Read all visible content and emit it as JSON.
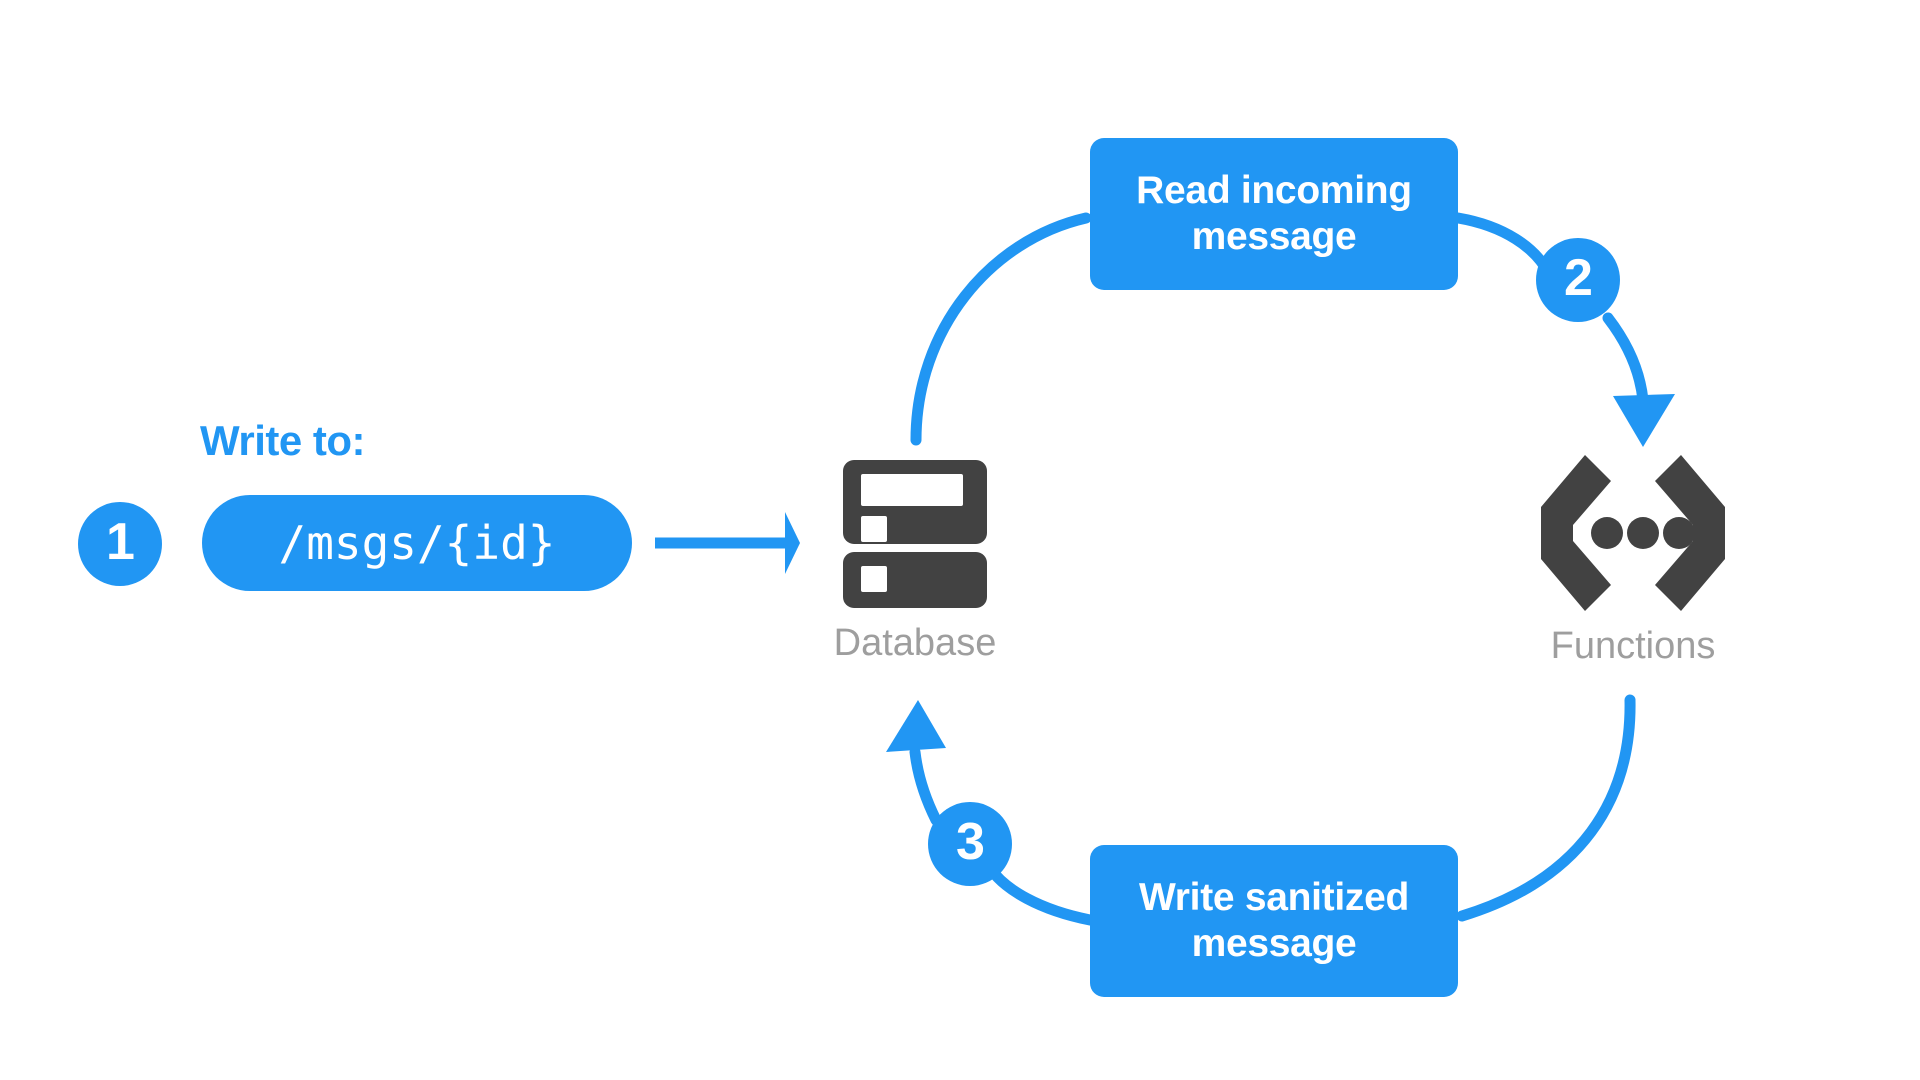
{
  "diagram": {
    "title": "Firebase Database and Functions message sanitization flow",
    "background": "#ffffff",
    "accent_color": "#2196f3",
    "icon_color": "#424242",
    "label_color": "#9e9e9e"
  },
  "caption": {
    "write_to": "Write to:"
  },
  "steps": [
    {
      "number": "1"
    },
    {
      "number": "2"
    },
    {
      "number": "3"
    }
  ],
  "pill": {
    "path": "/msgs/{id}"
  },
  "boxes": [
    {
      "line1": "Read incoming",
      "line2": "message"
    },
    {
      "line1": "Write sanitized",
      "line2": "message"
    }
  ],
  "services": [
    {
      "label": "Database",
      "icon": "database-icon"
    },
    {
      "label": "Functions",
      "icon": "functions-braces-icon"
    }
  ],
  "connectors": [
    {
      "name": "pill-to-database-arrow",
      "kind": "straight-arrow"
    },
    {
      "name": "database-to-read-curve",
      "kind": "curve"
    },
    {
      "name": "read-to-functions-arrow",
      "kind": "curved-arrow"
    },
    {
      "name": "functions-to-write-curve",
      "kind": "curve"
    },
    {
      "name": "write-to-database-arrow",
      "kind": "curved-arrow"
    }
  ]
}
